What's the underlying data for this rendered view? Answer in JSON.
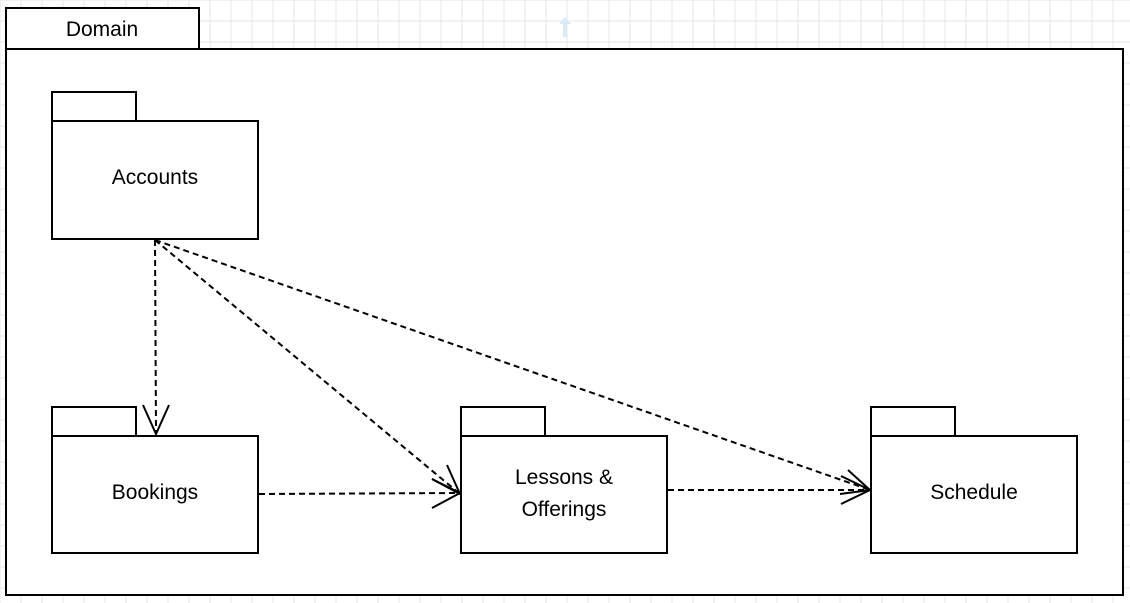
{
  "diagram": {
    "frame": {
      "label": "Domain"
    },
    "packages": {
      "accounts": {
        "label": "Accounts"
      },
      "bookings": {
        "label": "Bookings"
      },
      "lessons": {
        "line1": "Lessons &",
        "line2": "Offerings"
      },
      "schedule": {
        "label": "Schedule"
      }
    },
    "dependencies": [
      {
        "from": "accounts",
        "to": "bookings"
      },
      {
        "from": "accounts",
        "to": "lessons"
      },
      {
        "from": "accounts",
        "to": "schedule"
      },
      {
        "from": "bookings",
        "to": "lessons"
      },
      {
        "from": "lessons",
        "to": "schedule"
      }
    ],
    "colors": {
      "stroke": "#000000",
      "fill": "#ffffff",
      "grid": "#e6e6e6",
      "indicator": "#dbeaf7"
    }
  }
}
